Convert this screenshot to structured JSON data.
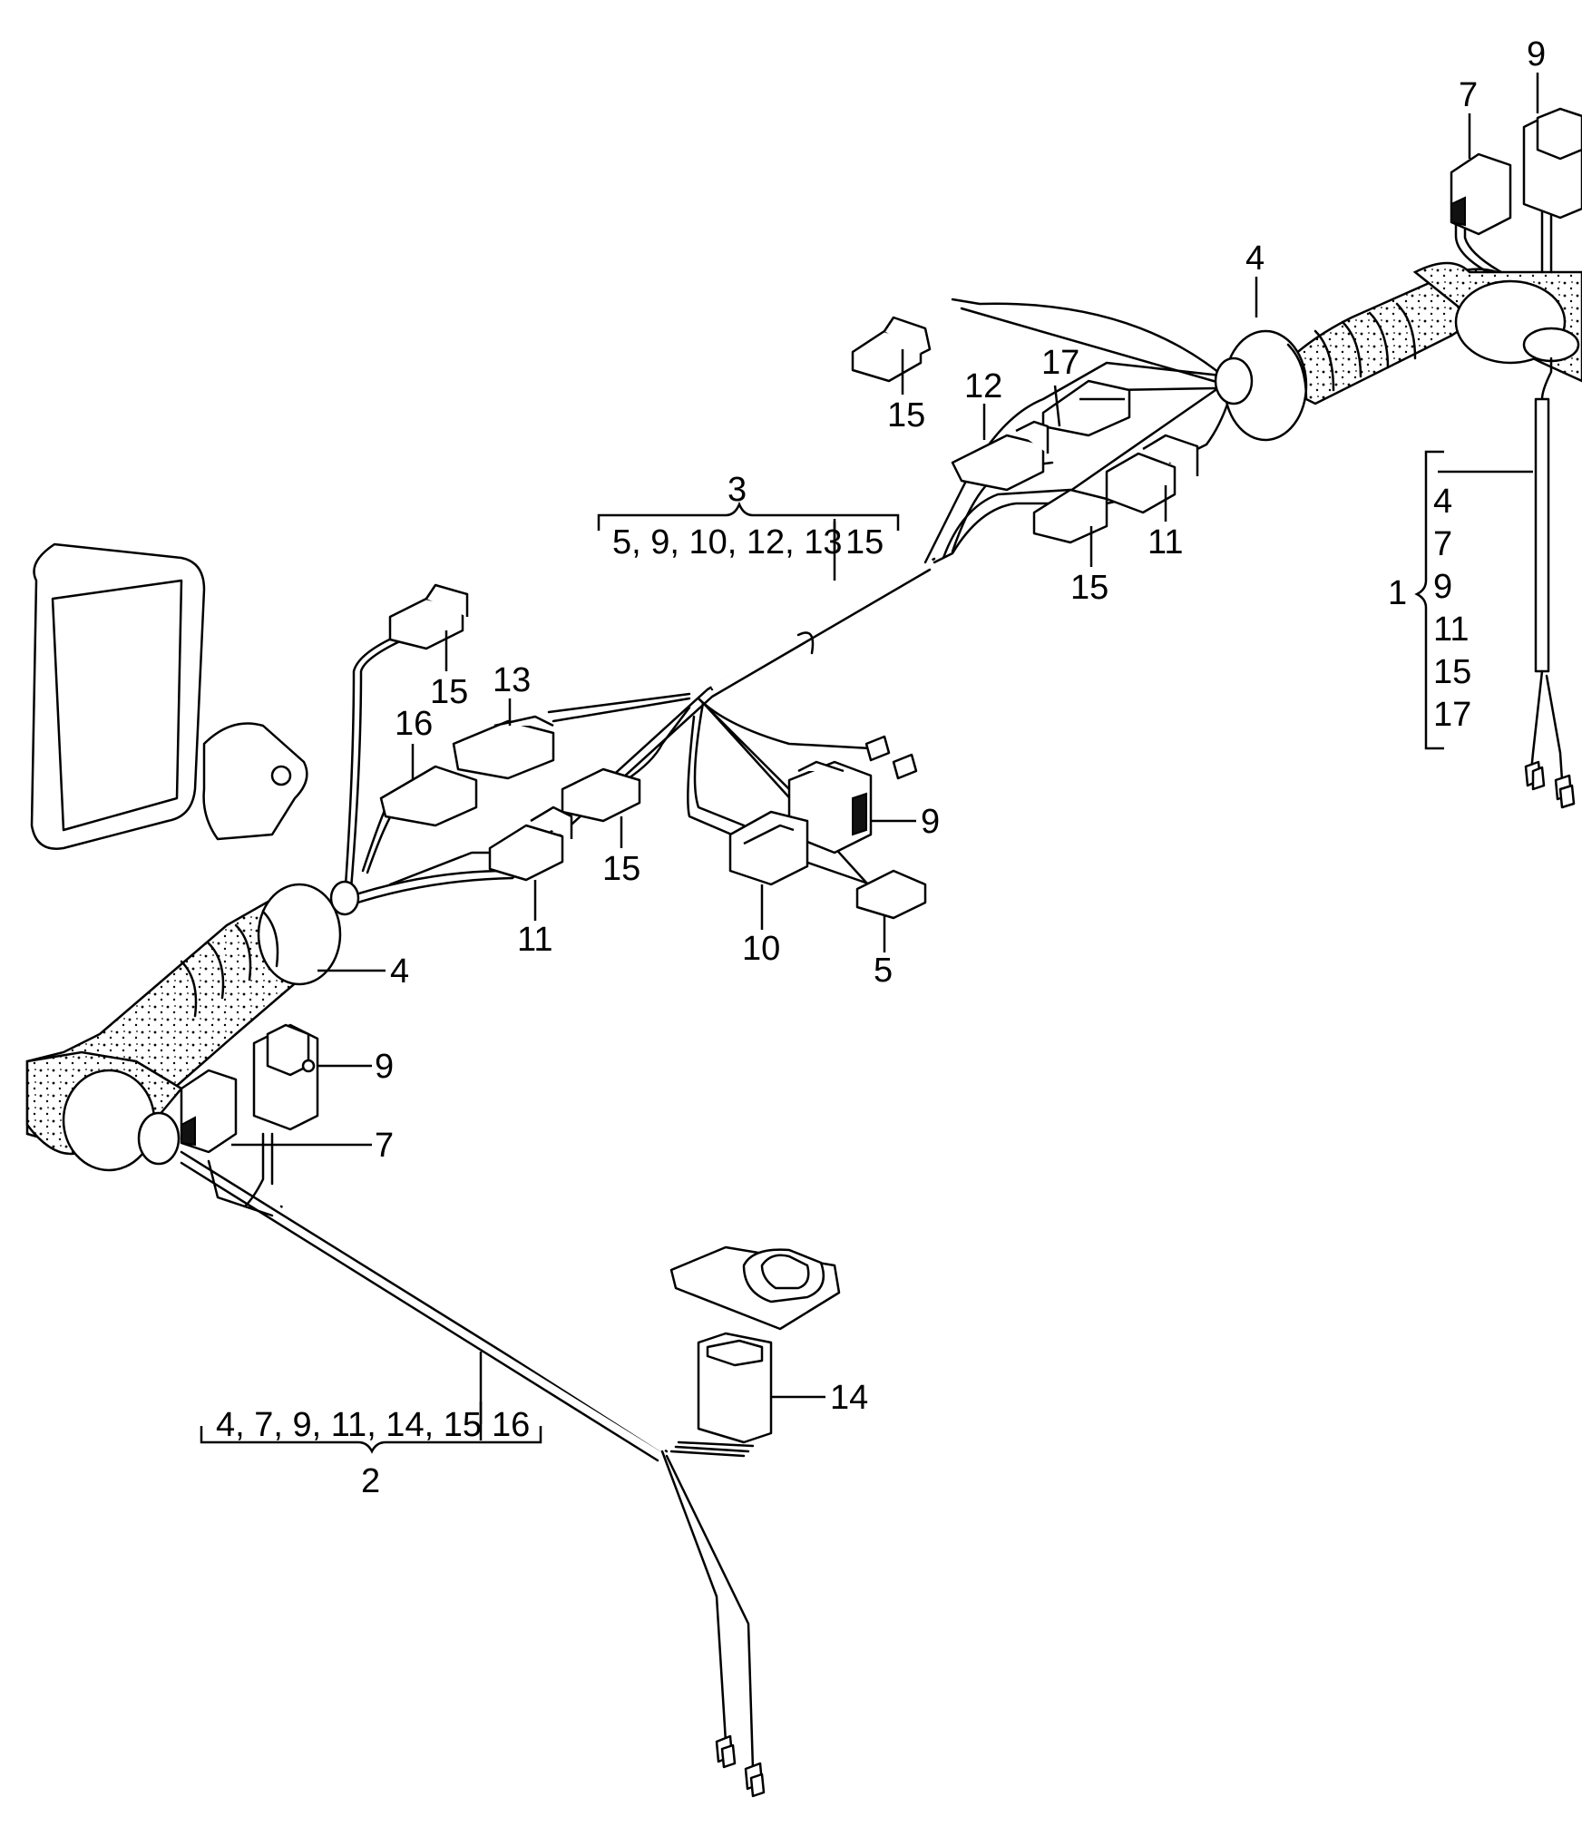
{
  "callouts": {
    "c1": "1",
    "c2": "2",
    "c3": "3",
    "c4_top": "4",
    "c4_mid": "4",
    "c5": "5",
    "c7_top": "7",
    "c7_bot": "7",
    "c9_top": "9",
    "c9_mid": "9",
    "c9_bot": "9",
    "c10": "10",
    "c11_top": "11",
    "c11_mid": "11",
    "c12": "12",
    "c13": "13",
    "c14": "14",
    "c15_a": "15",
    "c15_b": "15",
    "c15_c": "15",
    "c15_d": "15",
    "c16": "16",
    "c17": "17"
  },
  "group_3": {
    "left": "5, 9, 10, 12, 13",
    "right": "15"
  },
  "group_2": {
    "left": "4, 7, 9, 11, 14, 15",
    "right": "16"
  },
  "group_1": {
    "items": [
      "4",
      "7",
      "9",
      "11",
      "15",
      "17"
    ]
  }
}
